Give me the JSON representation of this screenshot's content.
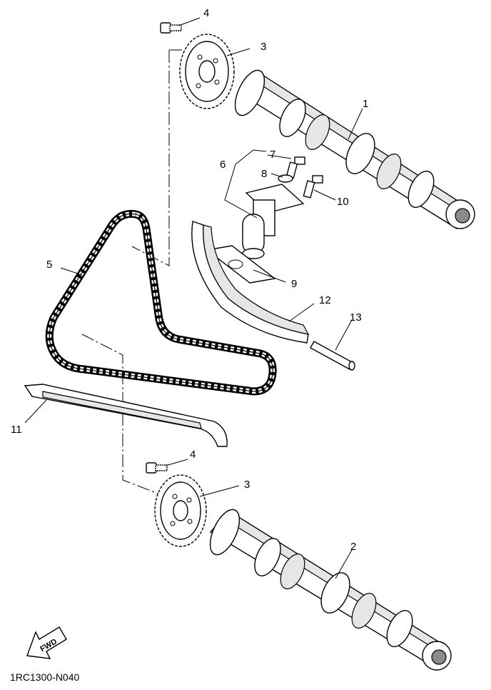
{
  "diagram": {
    "code": "1RC1300-N040",
    "fwd_label": "FWD"
  },
  "callouts": [
    {
      "id": "1",
      "label": "1"
    },
    {
      "id": "2",
      "label": "2"
    },
    {
      "id": "3a",
      "label": "3"
    },
    {
      "id": "3b",
      "label": "3"
    },
    {
      "id": "4a",
      "label": "4"
    },
    {
      "id": "4b",
      "label": "4"
    },
    {
      "id": "5",
      "label": "5"
    },
    {
      "id": "6",
      "label": "6"
    },
    {
      "id": "7",
      "label": "7"
    },
    {
      "id": "8",
      "label": "8"
    },
    {
      "id": "9",
      "label": "9"
    },
    {
      "id": "10",
      "label": "10"
    },
    {
      "id": "11",
      "label": "11"
    },
    {
      "id": "12",
      "label": "12"
    },
    {
      "id": "13",
      "label": "13"
    }
  ]
}
